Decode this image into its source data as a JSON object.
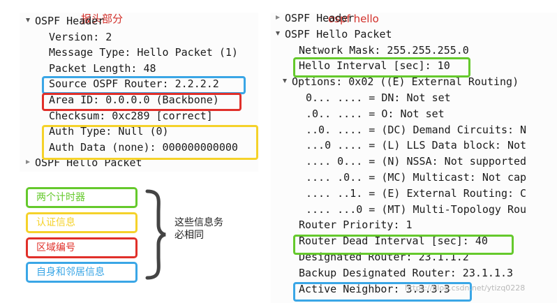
{
  "left": {
    "caption": "报头部分",
    "lines": [
      {
        "text": "OSPF Header",
        "indent": 0,
        "arrow": "down"
      },
      {
        "text": "Version: 2",
        "indent": 2,
        "arrow": ""
      },
      {
        "text": "Message Type: Hello Packet (1)",
        "indent": 2,
        "arrow": ""
      },
      {
        "text": "Packet Length: 48",
        "indent": 2,
        "arrow": ""
      },
      {
        "text": "Source OSPF Router: 2.2.2.2",
        "indent": 2,
        "arrow": ""
      },
      {
        "text": "Area ID: 0.0.0.0 (Backbone)",
        "indent": 2,
        "arrow": ""
      },
      {
        "text": "Checksum: 0xc289 [correct]",
        "indent": 2,
        "arrow": ""
      },
      {
        "text": "Auth Type: Null (0)",
        "indent": 2,
        "arrow": ""
      },
      {
        "text": "Auth Data (none): 000000000000",
        "indent": 2,
        "arrow": ""
      },
      {
        "text": "OSPF Hello Packet",
        "indent": 0,
        "arrow": "right"
      }
    ]
  },
  "right": {
    "caption": "ospf hello",
    "lines": [
      {
        "text": "OSPF Header",
        "indent": 0,
        "arrow": "right"
      },
      {
        "text": "OSPF Hello Packet",
        "indent": 0,
        "arrow": "down"
      },
      {
        "text": "Network Mask: 255.255.255.0",
        "indent": 2,
        "arrow": ""
      },
      {
        "text": "Hello Interval [sec]: 10",
        "indent": 2,
        "arrow": ""
      },
      {
        "text": "Options: 0x02 ((E) External Routing)",
        "indent": 1,
        "arrow": "down"
      },
      {
        "text": "0... .... = DN: Not set",
        "indent": 3,
        "arrow": ""
      },
      {
        "text": ".0.. .... = O: Not set",
        "indent": 3,
        "arrow": ""
      },
      {
        "text": "..0. .... = (DC) Demand Circuits: N",
        "indent": 3,
        "arrow": ""
      },
      {
        "text": "...0 .... = (L) LLS Data block: Not",
        "indent": 3,
        "arrow": ""
      },
      {
        "text": ".... 0... = (N) NSSA: Not supported",
        "indent": 3,
        "arrow": ""
      },
      {
        "text": ".... .0.. = (MC) Multicast: Not cap",
        "indent": 3,
        "arrow": ""
      },
      {
        "text": ".... ..1. = (E) External Routing: C",
        "indent": 3,
        "arrow": ""
      },
      {
        "text": ".... ...0 = (MT) Multi-Topology Rou",
        "indent": 3,
        "arrow": ""
      },
      {
        "text": "Router Priority: 1",
        "indent": 2,
        "arrow": ""
      },
      {
        "text": "Router Dead Interval [sec]: 40",
        "indent": 2,
        "arrow": ""
      },
      {
        "text": "Designated Router: 23.1.1.2",
        "indent": 2,
        "arrow": ""
      },
      {
        "text": "Backup Designated Router: 23.1.1.3",
        "indent": 2,
        "arrow": ""
      },
      {
        "text": "Active Neighbor: 3.3.3.3",
        "indent": 2,
        "arrow": ""
      }
    ]
  },
  "legend": [
    {
      "label": "两个计时器",
      "color": "#65c92c"
    },
    {
      "label": "认证信息",
      "color": "#f5d22a"
    },
    {
      "label": "区域编号",
      "color": "#e0302a"
    },
    {
      "label": "自身和邻居信息",
      "color": "#3aa6e6"
    }
  ],
  "note": "这些信息务必相同",
  "watermark": "https://blog.csdn.net/ytizq0228"
}
